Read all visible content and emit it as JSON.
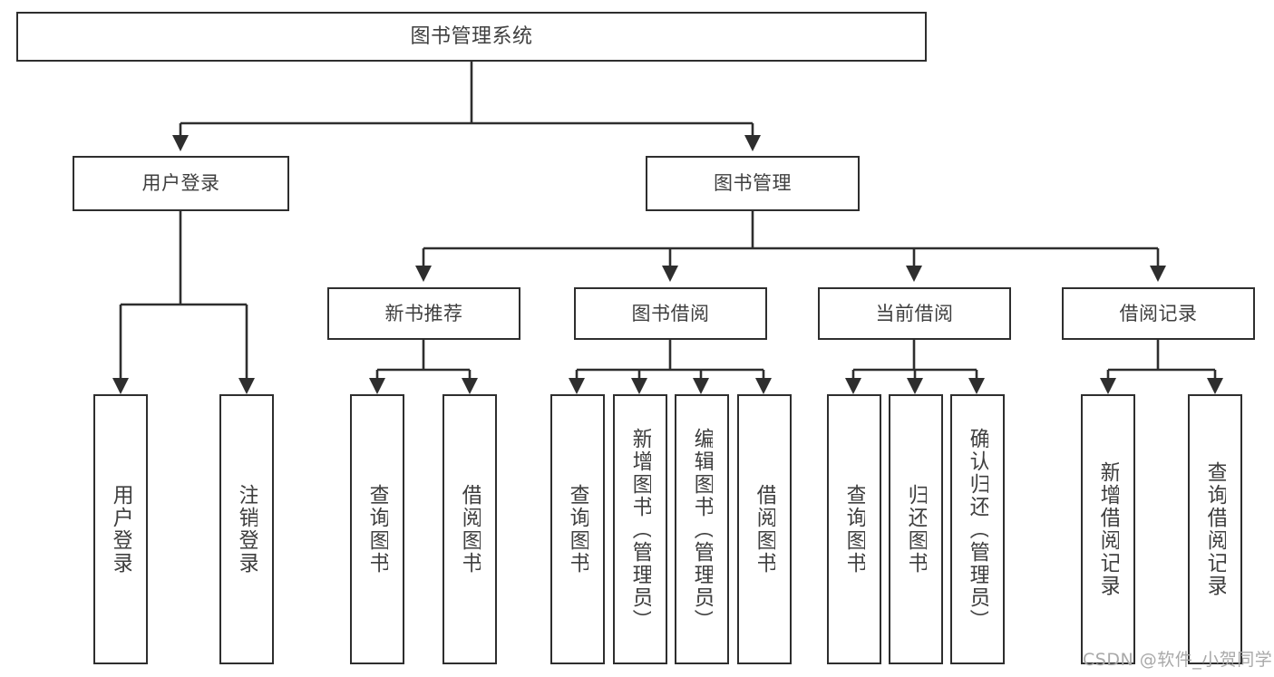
{
  "diagram": {
    "title": "图书管理系统",
    "watermark": "CSDN @软件_小贺同学",
    "colors": {
      "box_border": "#2e2e2e",
      "edge": "#2e2e2e",
      "text": "#3f3f3f",
      "background": "#ffffff",
      "watermark": "#a9a9a9"
    },
    "nodes": {
      "root": {
        "label": "图书管理系统"
      },
      "level2": [
        {
          "id": "user-login",
          "label": "用户登录"
        },
        {
          "id": "book-manage",
          "label": "图书管理"
        }
      ],
      "level3": [
        {
          "id": "new-book-recommend",
          "label": "新书推荐"
        },
        {
          "id": "book-borrow",
          "label": "图书借阅"
        },
        {
          "id": "current-borrow",
          "label": "当前借阅"
        },
        {
          "id": "borrow-record",
          "label": "借阅记录"
        }
      ],
      "leaves": {
        "user_login": [
          {
            "id": "leaf-user-login",
            "label": "用户登录"
          },
          {
            "id": "leaf-logout-login",
            "label": "注销登录"
          }
        ],
        "new_book_recommend": [
          {
            "id": "leaf-query-book-1",
            "label": "查询图书"
          },
          {
            "id": "leaf-borrow-book-1",
            "label": "借阅图书"
          }
        ],
        "book_borrow": [
          {
            "id": "leaf-query-book-2",
            "label": "查询图书"
          },
          {
            "id": "leaf-add-book",
            "label": "新增图书（管理员）"
          },
          {
            "id": "leaf-edit-book",
            "label": "编辑图书（管理员）"
          },
          {
            "id": "leaf-borrow-book-2",
            "label": "借阅图书"
          }
        ],
        "current_borrow": [
          {
            "id": "leaf-query-book-3",
            "label": "查询图书"
          },
          {
            "id": "leaf-return-book",
            "label": "归还图书"
          },
          {
            "id": "leaf-confirm-return",
            "label": "确认归还（管理员）"
          }
        ],
        "borrow_record": [
          {
            "id": "leaf-add-record",
            "label": "新增借阅记录"
          },
          {
            "id": "leaf-query-record",
            "label": "查询借阅记录"
          }
        ]
      }
    }
  }
}
